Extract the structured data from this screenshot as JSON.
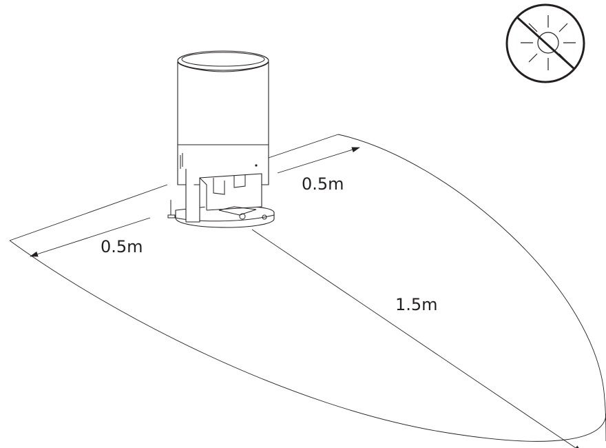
{
  "diagram": {
    "labels": {
      "left_clearance": "0.5m",
      "right_clearance": "0.5m",
      "front_clearance": "1.5m"
    },
    "icons": {
      "no_sunlight": "no-direct-sunlight-icon",
      "device": "dock-station-icon"
    },
    "colors": {
      "line": "#231f20",
      "background": "#ffffff"
    }
  }
}
